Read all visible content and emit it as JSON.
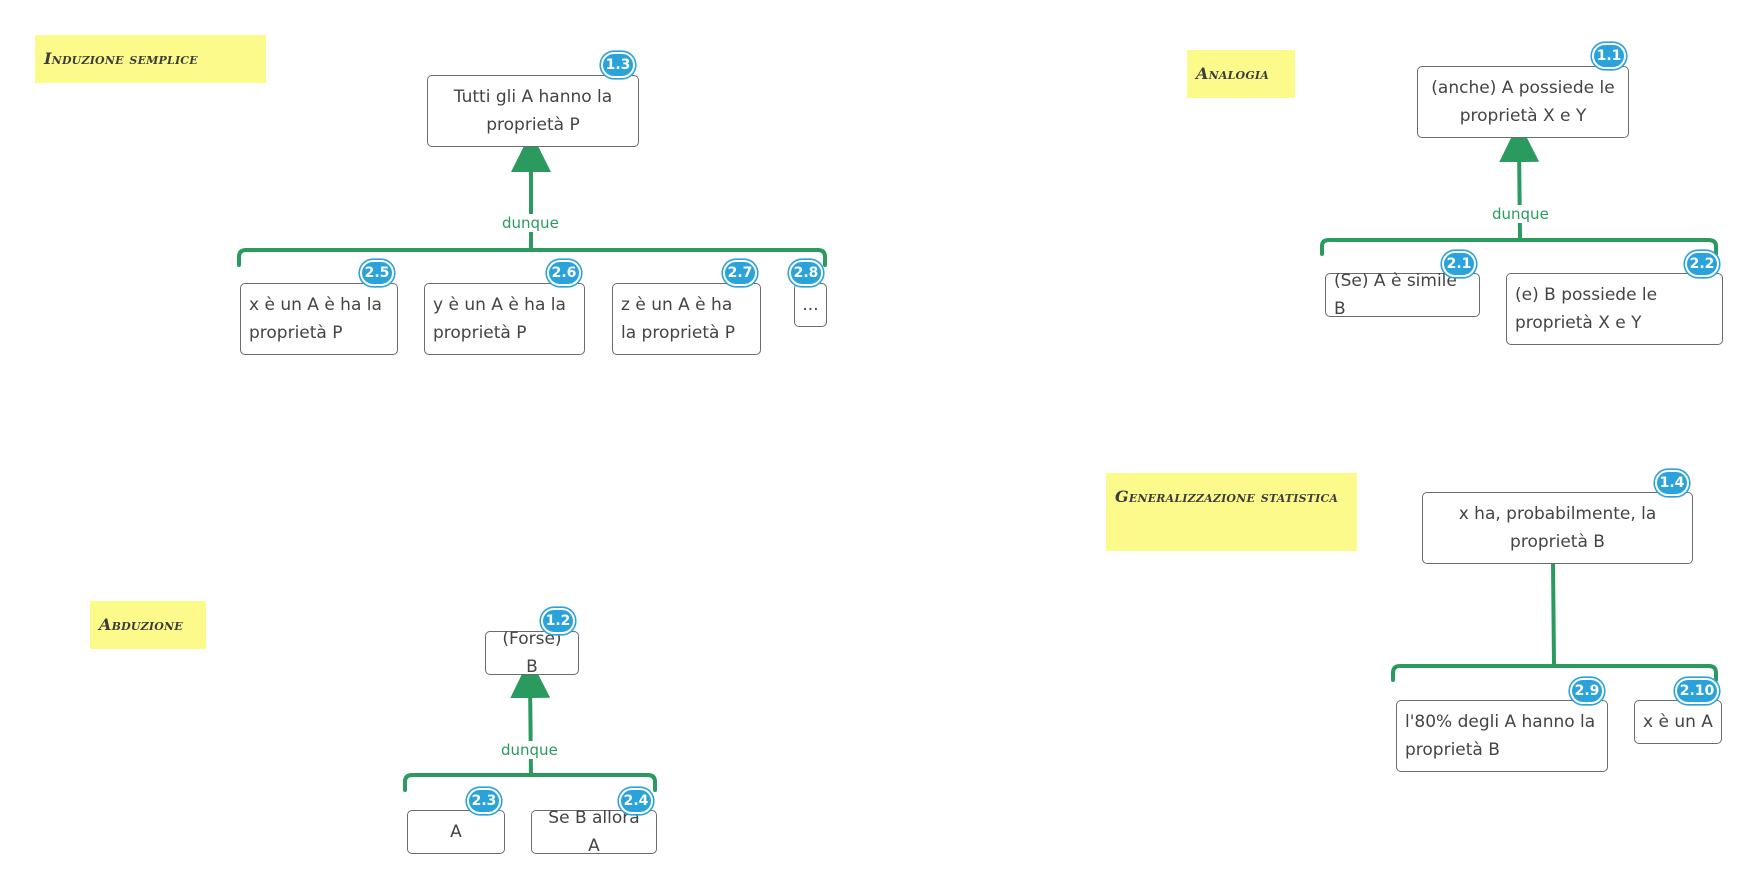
{
  "colors": {
    "line": "#2a9a5e",
    "badge": "#2aa3dc",
    "sticky": "#fdfa8c",
    "node_border": "#6b6b6b"
  },
  "diagrams": {
    "induzione": {
      "title": "Induzione semplice",
      "connector": "dunque",
      "conclusion": {
        "text": "Tutti gli A hanno la proprietà P",
        "badge": "1.3"
      },
      "premises": [
        {
          "text": "x è un A è ha la proprietà P",
          "badge": "2.5"
        },
        {
          "text": "y è un A è ha la proprietà P",
          "badge": "2.6"
        },
        {
          "text": "z è un A è ha la proprietà P",
          "badge": "2.7"
        },
        {
          "text": "...",
          "badge": "2.8"
        }
      ]
    },
    "analogia": {
      "title": "Analogia",
      "connector": "dunque",
      "conclusion": {
        "text": "(anche) A possiede le proprietà X e Y",
        "badge": "1.1"
      },
      "premises": [
        {
          "text": "(Se) A è simile B",
          "badge": "2.1"
        },
        {
          "text": "(e) B possiede le proprietà X e Y",
          "badge": "2.2"
        }
      ]
    },
    "abduzione": {
      "title": "Abduzione",
      "connector": "dunque",
      "conclusion": {
        "text": "(Forse) B",
        "badge": "1.2"
      },
      "premises": [
        {
          "text": "A",
          "badge": "2.3"
        },
        {
          "text": "Se B allora A",
          "badge": "2.4"
        }
      ]
    },
    "generalizzazione": {
      "title": "Generalizzazione statistica",
      "conclusion": {
        "text": "x ha, probabilmente, la proprietà B",
        "badge": "1.4"
      },
      "premises": [
        {
          "text": "l'80% degli A hanno la proprietà B",
          "badge": "2.9"
        },
        {
          "text": "x è un A",
          "badge": "2.10"
        }
      ]
    }
  }
}
